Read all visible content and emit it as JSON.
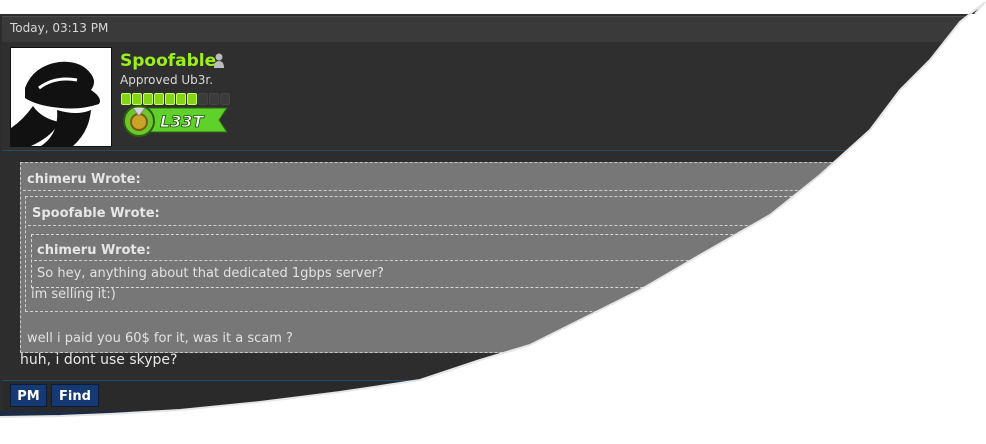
{
  "post": {
    "timestamp": "Today, 03:13 PM",
    "author": {
      "username": "Spoofable",
      "title": "Approved Ub3r.",
      "status_icon": "user-offline-icon",
      "rep_level": 7,
      "rep_max": 10,
      "badge_label": "L33T",
      "avatar_icon": "fedora-hat-man-icon"
    },
    "quotes": {
      "outer_author": "chimeru Wrote:",
      "middle_author": "Spoofable Wrote:",
      "inner_author": "chimeru Wrote:",
      "inner_text": "So hey, anything about that dedicated 1gbps server?",
      "middle_text": "im selling it:)",
      "outer_text": "well i paid you 60$ for it, was it a scam ?"
    },
    "reply_text": "huh, i dont use skype?"
  },
  "buttons": {
    "pm_label": "PM",
    "find_label": "Find"
  },
  "colors": {
    "username": "#9bef1a",
    "quote_bg": "#777777",
    "button_bg": "#153a73",
    "panel_bg": "#2d2d2d"
  }
}
